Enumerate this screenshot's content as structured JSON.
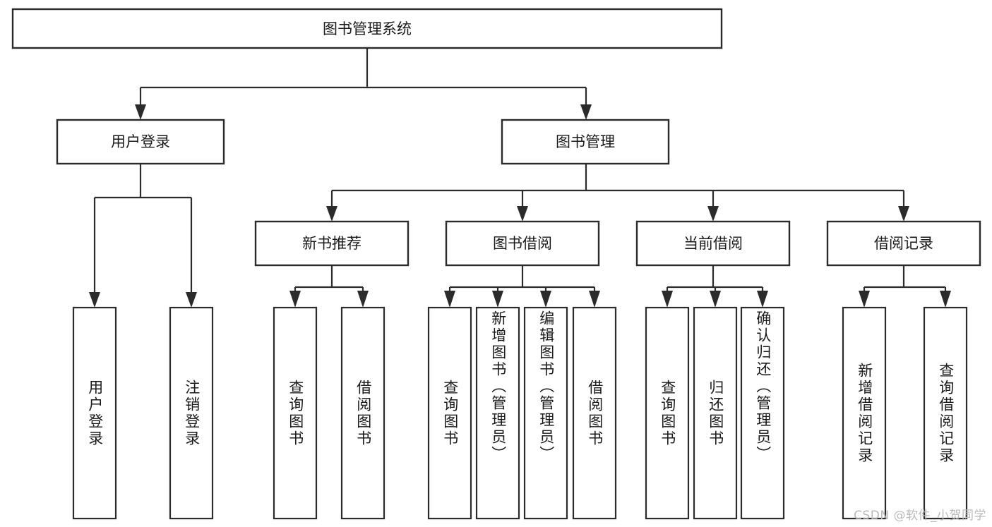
{
  "diagram": {
    "title": "图书管理系统",
    "type": "tree-hierarchy",
    "root": {
      "label": "图书管理系统",
      "orientation": "horizontal"
    },
    "level2": [
      {
        "label": "用户登录",
        "orientation": "horizontal"
      },
      {
        "label": "图书管理",
        "orientation": "horizontal"
      }
    ],
    "level3": [
      {
        "label": "新书推荐",
        "orientation": "horizontal",
        "parent": "图书管理"
      },
      {
        "label": "图书借阅",
        "orientation": "horizontal",
        "parent": "图书管理"
      },
      {
        "label": "当前借阅",
        "orientation": "horizontal",
        "parent": "图书管理"
      },
      {
        "label": "借阅记录",
        "orientation": "horizontal",
        "parent": "图书管理"
      }
    ],
    "leaves": {
      "用户登录": [
        {
          "label": "用户登录",
          "orientation": "vertical"
        },
        {
          "label": "注销登录",
          "orientation": "vertical"
        }
      ],
      "新书推荐": [
        {
          "label": "查询图书",
          "orientation": "vertical"
        },
        {
          "label": "借阅图书",
          "orientation": "vertical"
        }
      ],
      "图书借阅": [
        {
          "label": "查询图书",
          "orientation": "vertical"
        },
        {
          "label": "新增图书（管理员）",
          "orientation": "vertical"
        },
        {
          "label": "编辑图书（管理员）",
          "orientation": "vertical"
        },
        {
          "label": "借阅图书",
          "orientation": "vertical"
        }
      ],
      "当前借阅": [
        {
          "label": "查询图书",
          "orientation": "vertical"
        },
        {
          "label": "归还图书",
          "orientation": "vertical"
        },
        {
          "label": "确认归还（管理员）",
          "orientation": "vertical"
        }
      ],
      "借阅记录": [
        {
          "label": "新增借阅记录",
          "orientation": "vertical"
        },
        {
          "label": "查询借阅记录",
          "orientation": "vertical"
        }
      ]
    }
  },
  "watermark": {
    "text": "CSDN @软件_小贺同学"
  },
  "colors": {
    "stroke": "#2b2b2b",
    "fill": "#ffffff",
    "text": "#1a1a1a",
    "watermark": "#b9b9b9"
  }
}
